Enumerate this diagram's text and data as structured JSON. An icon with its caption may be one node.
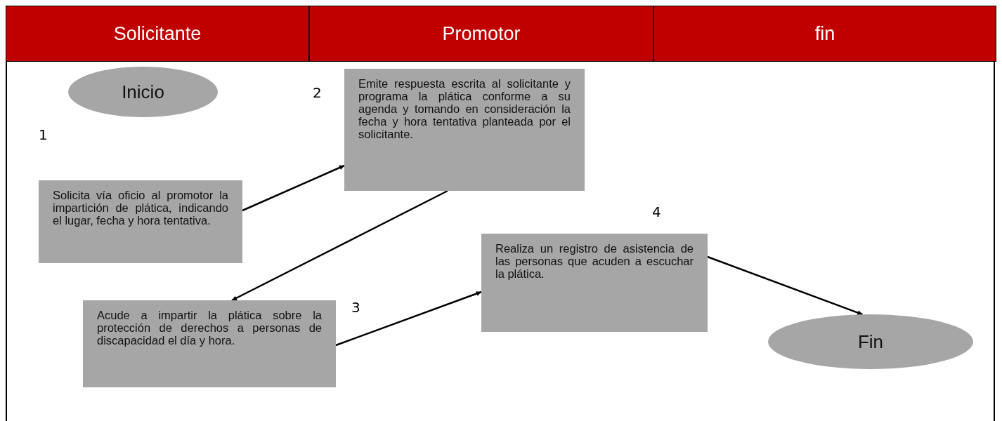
{
  "diagram": {
    "nodes": [
      {
        "text": [
          "Solicitante"
        ]
      },
      {
        "text": [
          "Promotor"
        ]
      },
      {
        "text": [
          "fin"
        ]
      },
      {
        "text": [
          "Inicio"
        ]
      },
      {
        "text": [
          "Solicita vía oficio al promotor la impartición de plática, indicando el lugar, fecha y hora tentativa."
        ]
      },
      {
        "text": [
          "Emite respuesta escrita al solicitante y programa la plática conforme a su agenda y tomando en consideración la fecha y hora tentativa planteada por el solicitante."
        ]
      },
      {
        "text": [
          "Acude a impartir la plática sobre la protección de derechos a personas de discapacidad el día y hora."
        ]
      },
      {
        "text": [
          "Realiza un registro de asistencia de las personas que acuden a escuchar la plática."
        ]
      },
      {
        "text": [
          "Fin"
        ]
      }
    ],
    "edges": [
      {
        "from": 4,
        "to": 5,
        "arrow": "to"
      },
      {
        "from": 5,
        "to": 6,
        "arrow": "to"
      },
      {
        "from": 6,
        "to": 7,
        "arrow": "to"
      },
      {
        "from": 7,
        "to": 8,
        "arrow": "to"
      }
    ],
    "labels": [
      "2",
      "1",
      "4",
      "3"
    ]
  }
}
